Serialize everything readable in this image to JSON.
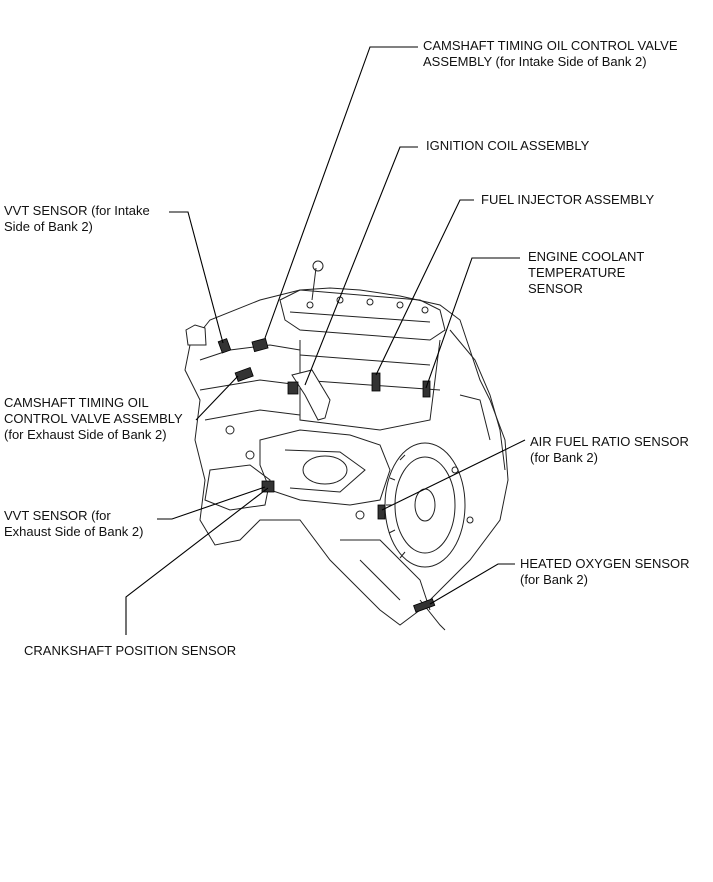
{
  "labels": {
    "cam_intake_1": "CAMSHAFT TIMING OIL CONTROL VALVE",
    "cam_intake_2": "ASSEMBLY (for Intake Side of Bank 2)",
    "ignition": "IGNITION COIL ASSEMBLY",
    "injector": "FUEL INJECTOR ASSEMBLY",
    "coolant_1": "ENGINE COOLANT",
    "coolant_2": "TEMPERATURE",
    "coolant_3": "SENSOR",
    "vvt_intake_1": "VVT SENSOR (for Intake",
    "vvt_intake_2": "Side of Bank 2)",
    "cam_exhaust_1": "CAMSHAFT TIMING OIL",
    "cam_exhaust_2": "CONTROL VALVE ASSEMBLY",
    "cam_exhaust_3": "(for Exhaust Side of Bank 2)",
    "af_1": "AIR FUEL RATIO SENSOR",
    "af_2": "(for Bank 2)",
    "vvt_exhaust_1": "VVT SENSOR (for",
    "vvt_exhaust_2": "Exhaust Side of Bank 2)",
    "ho2_1": "HEATED OXYGEN SENSOR",
    "ho2_2": "(for Bank 2)",
    "crank": "CRANKSHAFT POSITION SENSOR"
  }
}
